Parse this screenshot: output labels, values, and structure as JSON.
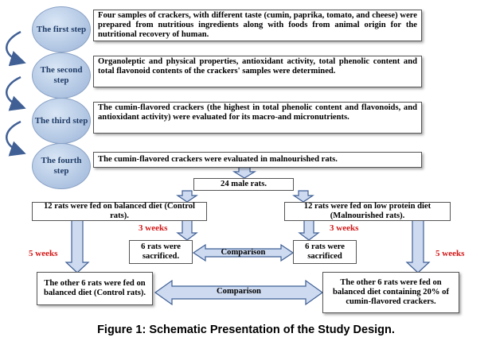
{
  "steps": [
    {
      "label": "The first step",
      "text": "Four samples of crackers, with different taste (cumin, paprika, tomato, and cheese) were prepared from nutritious ingredients along with foods from animal origin for the nutritional recovery of human."
    },
    {
      "label": "The second step",
      "text": "Organoleptic and physical properties, antioxidant activity, total phenolic content and total flavonoid contents of the crackers' samples were determined."
    },
    {
      "label": "The third step",
      "text": "The cumin-flavored crackers (the highest in total phenolic content and flavonoids, and antioxidant activity) were evaluated for its macro-and micronutrients."
    },
    {
      "label": "The fourth step",
      "text": "The cumin-flavored crackers were evaluated in malnourished rats."
    }
  ],
  "nodes": {
    "male_rats": "24 male rats.",
    "control": "12 rats were fed on balanced diet (Control rats).",
    "malnourished": "12 rats were fed on low protein diet (Malnourished rats).",
    "sacrificed_left": "6 rats were sacrificed.",
    "sacrificed_right": "6 rats were sacrificed",
    "control_final": "The other 6 rats were fed on balanced diet (Control rats).",
    "malnourished_final": "The other 6 rats were fed on balanced diet containing 20% of cumin-flavored crackers."
  },
  "durations": {
    "left_short": "3 weeks",
    "right_short": "3 weeks",
    "left_long": "5 weeks",
    "right_long": "5 weeks"
  },
  "comparisons": {
    "upper": "Comparison",
    "lower": "Comparison"
  },
  "caption": "Figure 1: Schematic Presentation of the Study Design.",
  "colors": {
    "arrow_fill": "#cddaf0",
    "arrow_stroke": "#3f5f95",
    "circle": "#b7cbe6",
    "duration_text": "#d21414"
  }
}
